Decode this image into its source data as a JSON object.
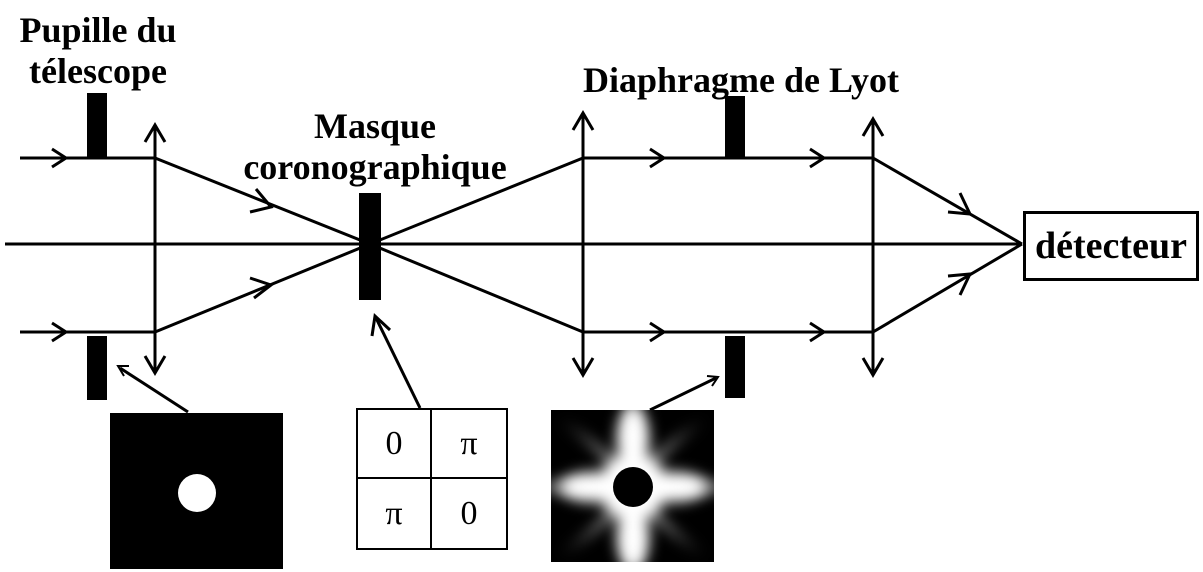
{
  "labels": {
    "pupil_line1": "Pupille du",
    "pupil_line2": "télescope",
    "mask_line1": "Masque",
    "mask_line2": "coronographique",
    "lyot": "Diaphragme de Lyot",
    "detector": "détecteur"
  },
  "phase_mask": {
    "cells": [
      "0",
      "π",
      "π",
      "0"
    ]
  },
  "colors": {
    "ink": "#000000",
    "background": "#ffffff"
  }
}
